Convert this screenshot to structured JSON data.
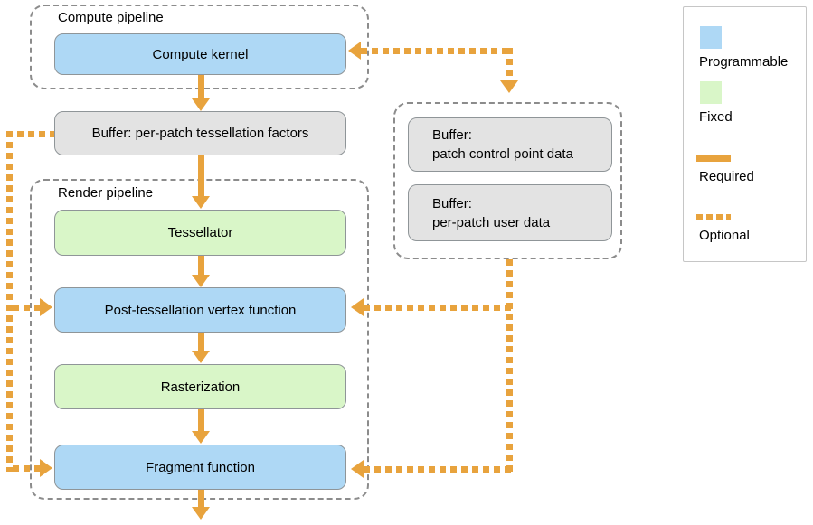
{
  "groups": {
    "compute_pipeline": {
      "label": "Compute pipeline"
    },
    "render_pipeline": {
      "label": "Render pipeline"
    },
    "patch_buffers": {
      "label": ""
    }
  },
  "nodes": {
    "compute_kernel": {
      "label": "Compute kernel",
      "kind": "programmable"
    },
    "tess_factors_buffer": {
      "label": "Buffer: per-patch tessellation factors",
      "kind": "buffer"
    },
    "tessellator": {
      "label": "Tessellator",
      "kind": "fixed"
    },
    "post_tess_vertex": {
      "label": "Post-tessellation vertex function",
      "kind": "programmable"
    },
    "rasterization": {
      "label": "Rasterization",
      "kind": "fixed"
    },
    "fragment_function": {
      "label": "Fragment function",
      "kind": "programmable"
    },
    "patch_control_buffer": {
      "label_line1": "Buffer:",
      "label_line2": "patch control point data",
      "kind": "buffer"
    },
    "per_patch_user_buffer": {
      "label_line1": "Buffer:",
      "label_line2": "per-patch user data",
      "kind": "buffer"
    }
  },
  "connections": [
    {
      "from": "compute_kernel",
      "to": "tess_factors_buffer",
      "style": "required"
    },
    {
      "from": "tess_factors_buffer",
      "to": "tessellator",
      "style": "required"
    },
    {
      "from": "tessellator",
      "to": "post_tess_vertex",
      "style": "required"
    },
    {
      "from": "post_tess_vertex",
      "to": "rasterization",
      "style": "required"
    },
    {
      "from": "rasterization",
      "to": "fragment_function",
      "style": "required"
    },
    {
      "from": "fragment_function",
      "to": "output",
      "style": "required"
    },
    {
      "from": "patch_buffers",
      "to": "compute_kernel",
      "style": "optional",
      "bidirectional": true
    },
    {
      "from": "patch_buffers",
      "to": "post_tess_vertex",
      "style": "optional"
    },
    {
      "from": "patch_buffers",
      "to": "fragment_function",
      "style": "optional"
    },
    {
      "from": "tess_factors_buffer",
      "to": "post_tess_vertex",
      "style": "optional"
    },
    {
      "from": "tess_factors_buffer",
      "to": "fragment_function",
      "style": "optional"
    }
  ],
  "legend": {
    "items": [
      {
        "label": "Programmable",
        "swatch": "programmable"
      },
      {
        "label": "Fixed",
        "swatch": "fixed"
      },
      {
        "label": "Required",
        "swatch": "required-solid-line"
      },
      {
        "label": "Optional",
        "swatch": "optional-dashed-line"
      }
    ]
  },
  "colors": {
    "programmable_fill": "#aed8f5",
    "fixed_fill": "#d9f6c8",
    "buffer_fill": "#e3e3e3",
    "connector_orange": "#e8a33d",
    "group_dashed_border": "#8c8c8c",
    "node_border": "#8f9598",
    "legend_border": "#c6c6c6"
  }
}
